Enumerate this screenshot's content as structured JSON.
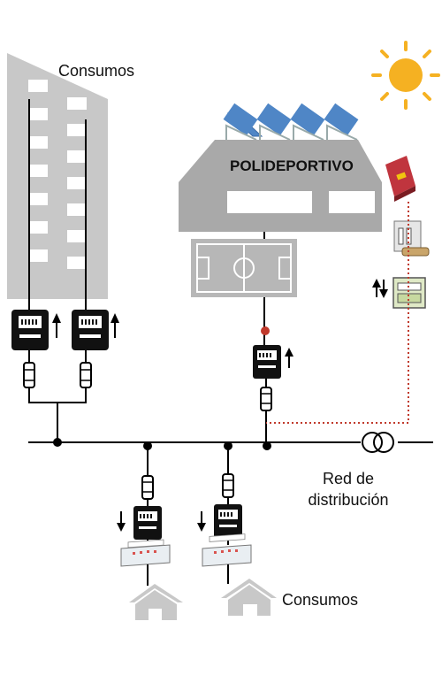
{
  "labels": {
    "building_consumption": "Consumos",
    "sports_center": "POLIDEPORTIVO",
    "grid_line1": "Red de",
    "grid_line2": "distribución",
    "houses_consumption": "Consumos"
  },
  "icons": [
    "sun-icon",
    "solar-panel-icon",
    "inverter-icon",
    "protection-switch-icon",
    "bidirectional-meter-icon",
    "energy-meter-icon",
    "fuse-icon",
    "transformer-icon",
    "house-icon",
    "electrical-panel-icon",
    "arrow-up-icon",
    "arrow-down-icon"
  ],
  "colors": {
    "building": "#c8c8c8",
    "structure": "#a9a9a9",
    "sun": "#f5b122",
    "panel": "#4f86c6",
    "inverter": "#c0353e",
    "dotted_line": "#c0392b",
    "line": "#000000"
  }
}
